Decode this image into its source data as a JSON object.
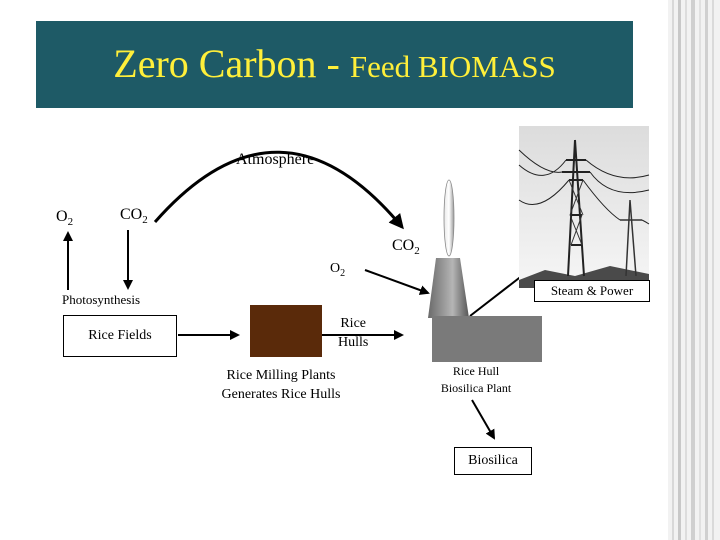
{
  "slide": {
    "title_bold": "Zero Carbon - ",
    "title_light": "Feed BIOMASS"
  },
  "labels": {
    "atmosphere": "Atmosphere",
    "o2_left": "O",
    "o2_left_sub": "2",
    "co2_left": "CO",
    "co2_left_sub": "2",
    "co2_right": "CO",
    "co2_right_sub": "2",
    "o2_mid": "O",
    "o2_mid_sub": "2",
    "photosynthesis": "Photosynthesis",
    "rice_fields": "Rice Fields",
    "rice_hulls_line1": "Rice",
    "rice_hulls_line2": "Hulls",
    "milling_line1": "Rice Milling Plants",
    "milling_line2": "Generates Rice Hulls",
    "plant_line1": "Rice Hull",
    "plant_line2": "Biosilica  Plant",
    "steam_power": "Steam & Power",
    "biosilica": "Biosilica"
  },
  "colors": {
    "title_bar": "#1e5a66",
    "title_text": "#ffef3a",
    "milling_box": "#5a2a0a",
    "plant": "#7a7a7a"
  },
  "icons": [
    "power-lines-photo"
  ]
}
